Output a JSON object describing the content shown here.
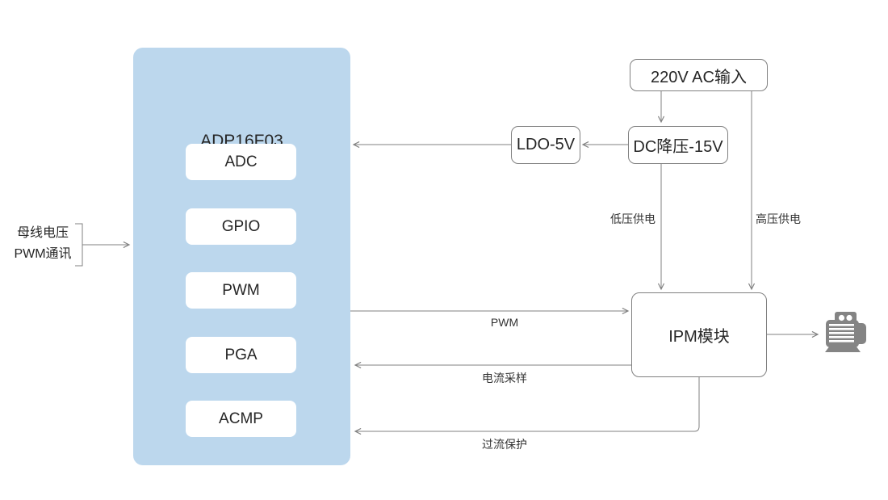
{
  "mcu": {
    "title": "ADP16F03",
    "peripherals": [
      "ADC",
      "GPIO",
      "PWM",
      "PGA",
      "ACMP"
    ]
  },
  "left_input": {
    "line1": "母线电压",
    "line2": "PWM通讯"
  },
  "nodes": {
    "ac_input": "220V AC输入",
    "dc_buck": "DC降压-15V",
    "ldo": "LDO-5V",
    "ipm": "IPM模块"
  },
  "edge_labels": {
    "low_voltage_supply": "低压供电",
    "high_voltage_supply": "高压供电",
    "pwm": "PWM",
    "current_sampling": "电流采样",
    "overcurrent_protection": "过流保护"
  },
  "icons": {
    "motor": "motor-icon"
  },
  "colors": {
    "mcu_fill": "#bcd7ed",
    "node_border": "#808080",
    "wire": "#808080",
    "text": "#262626",
    "motor_icon": "#848484"
  }
}
